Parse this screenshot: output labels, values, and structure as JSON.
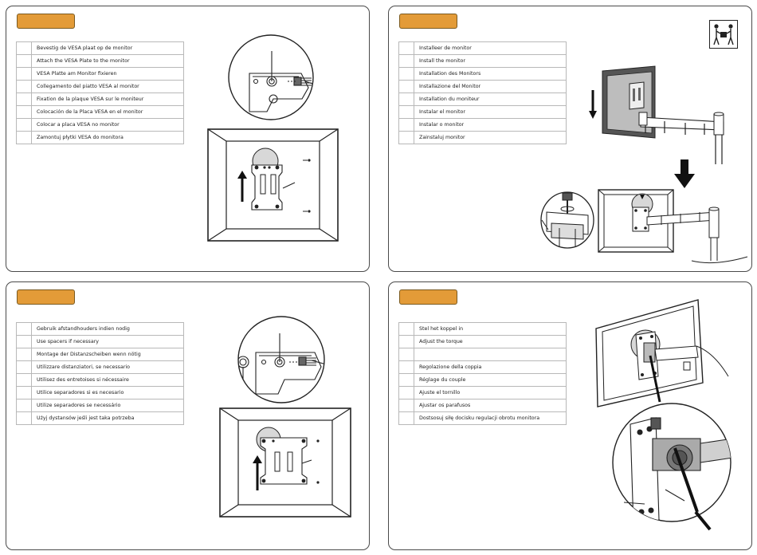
{
  "panels": [
    {
      "steps": [
        "Bevestig de VESA plaat op de monitor",
        "Attach the VESA Plate to the monitor",
        "VESA Platte am Monitor fixieren",
        "Collegamento del piatto VESA al monitor",
        "Fixation de la plaque VESA sur le moniteur",
        "Colocación de la Placa VESA en el monitor",
        "Colocar a placa VESA no monitor",
        "Zamontuj płytki VESA do monitora"
      ]
    },
    {
      "steps": [
        "Installeer de monitor",
        "Install the monitor",
        "Installation des Monitors",
        "Installazione del Monitor",
        "Installation du moniteur",
        "Instalar el monitor",
        "Instalar o monitor",
        "Zainstaluj monitor"
      ]
    },
    {
      "steps": [
        "Gebruik afstandhouders indien nodig",
        "Use spacers if necessary",
        "Montage der Distanzscheiben wenn nötig",
        "Utilizzare distanziatori, se necessario",
        "Utilisez des entretoises si nécessaire",
        "Utilice separadores si es necesario",
        "Utilize separadores se necessário",
        "Użyj dystansów jeśli jest taka potrzeba"
      ]
    },
    {
      "steps": [
        "Stel het koppel in",
        "Adjust the torque",
        "",
        "Regolazione della coppia",
        "Réglage du couple",
        "Ajuste el tornillo",
        "Ajustar os parafusos",
        "Dostsosuj siłę docisku regulacji obrotu monitora"
      ]
    }
  ]
}
